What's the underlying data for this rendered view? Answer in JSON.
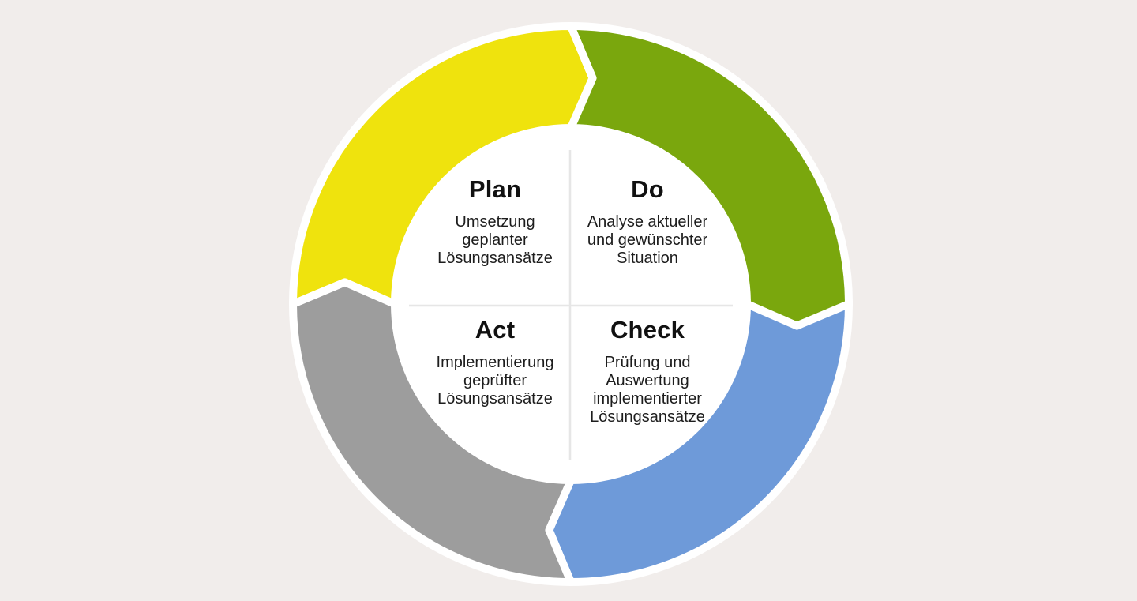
{
  "diagram": {
    "type": "pdca-cycle",
    "direction": "clockwise",
    "quadrants": {
      "plan": {
        "title": "Plan",
        "lines": [
          "Umsetzung",
          "geplanter",
          "Lösungsansätze"
        ]
      },
      "do": {
        "title": "Do",
        "lines": [
          "Analyse aktueller",
          "und gewünschter",
          "Situation"
        ]
      },
      "act": {
        "title": "Act",
        "lines": [
          "Implementierung",
          "geprüfter",
          "Lösungsansätze"
        ]
      },
      "check": {
        "title": "Check",
        "lines": [
          "Prüfung und",
          "Auswertung",
          "implementierter",
          "Lösungsansätze"
        ]
      }
    }
  },
  "colors": {
    "plan_segment": "#EFE30D",
    "do_segment": "#7AA70D",
    "check_segment": "#6E9AD9",
    "act_segment": "#9D9D9D",
    "background": "#F1EDEB",
    "inner_circle": "#FFFFFF",
    "separator_stroke": "#FFFFFF",
    "divider_line": "#E6E6E6"
  }
}
